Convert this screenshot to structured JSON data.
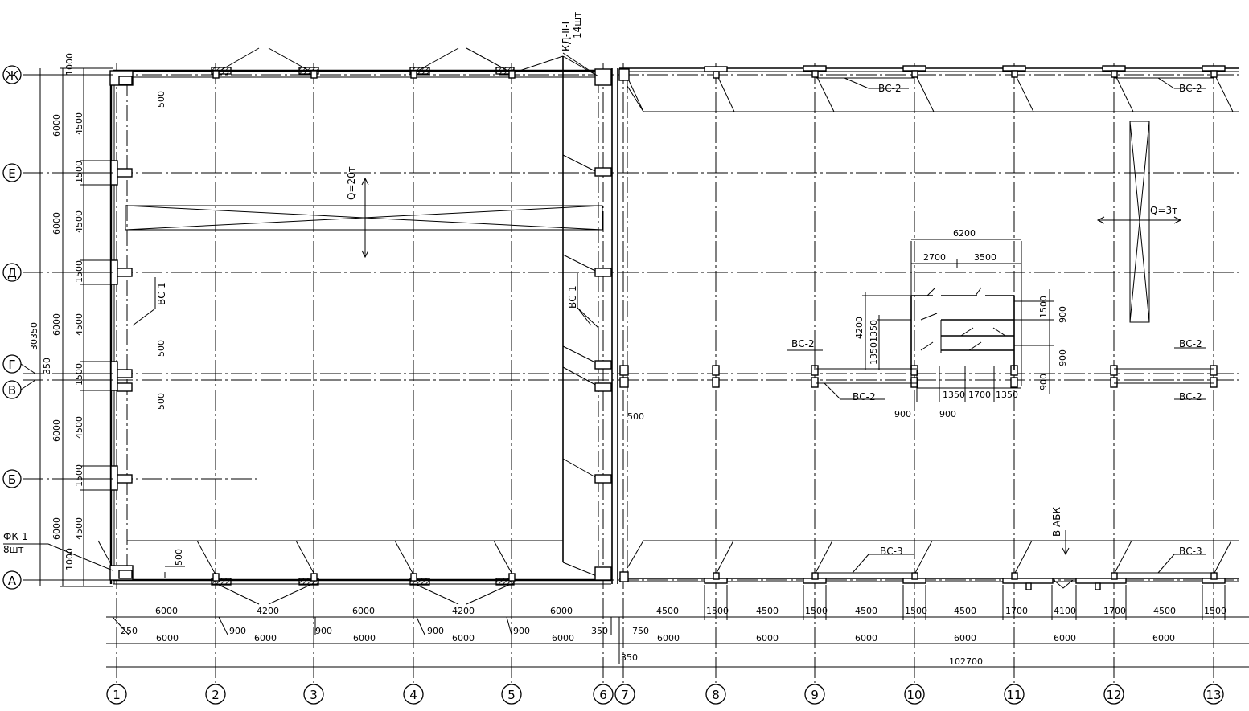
{
  "axes_letters": [
    "Ж",
    "Е",
    "Д",
    "Г",
    "В",
    "Б",
    "А"
  ],
  "axes_numbers": [
    "1",
    "2",
    "3",
    "4",
    "5",
    "6",
    "7",
    "8",
    "9",
    "10",
    "11",
    "12",
    "13"
  ],
  "left_dims": {
    "outer": [
      "1000",
      "6000",
      "6000",
      "30350",
      "6000",
      "350",
      "6000",
      "6000",
      "1000"
    ],
    "inner": [
      "4500",
      "1500",
      "4500",
      "1500",
      "4500",
      "1500",
      "4500",
      "1500",
      "4500"
    ]
  },
  "bottom_dims": {
    "row1": [
      "6000",
      "4200",
      "6000",
      "4200",
      "6000",
      "4500",
      "1500",
      "4500",
      "1500",
      "4500",
      "1500",
      "4500",
      "1700",
      "4100",
      "1700",
      "4500",
      "1500"
    ],
    "row1_ties": [
      "250",
      "900",
      "900",
      "900",
      "900",
      "350",
      "750"
    ],
    "row2": [
      "6000",
      "6000",
      "6000",
      "6000",
      "6000",
      "6000",
      "6000",
      "6000",
      "6000",
      "6000",
      "6000"
    ],
    "row3_total": "102700",
    "row3_tie": "350"
  },
  "labels": {
    "crane_left": "Q=20т",
    "crane_right": "Q=3т",
    "kd": "КД-II-I",
    "kd_count": "14шт",
    "fk": "ФК-1",
    "fk_count": "8шт",
    "abk": "В АБК",
    "vs1_a": "ВС-1",
    "vs1_b": "ВС-1",
    "vs2_a": "ВС-2",
    "vs2_b": "ВС-2",
    "vs2_c": "ВС-2",
    "vs2_d": "ВС-2",
    "vs2_e": "ВС-2",
    "vs2_f": "ВС-2",
    "vs3_a": "ВС-3",
    "vs3_b": "ВС-3"
  },
  "misc_dims": {
    "d500_a": "500",
    "d500_b": "500",
    "d500_c": "500",
    "d500_d": "500",
    "d500_e": "500",
    "d500_f": "500",
    "opening_total": "6200",
    "opening_a": "2700",
    "opening_b": "3500",
    "v4200": "4200",
    "v1350a": "1350",
    "v1350b": "1350",
    "v1500": "1500",
    "v900a": "900",
    "v900b": "900",
    "v900c": "900",
    "h1350a": "1350",
    "h1700": "1700",
    "h1350b": "1350",
    "h900a": "900",
    "h900b": "900"
  }
}
